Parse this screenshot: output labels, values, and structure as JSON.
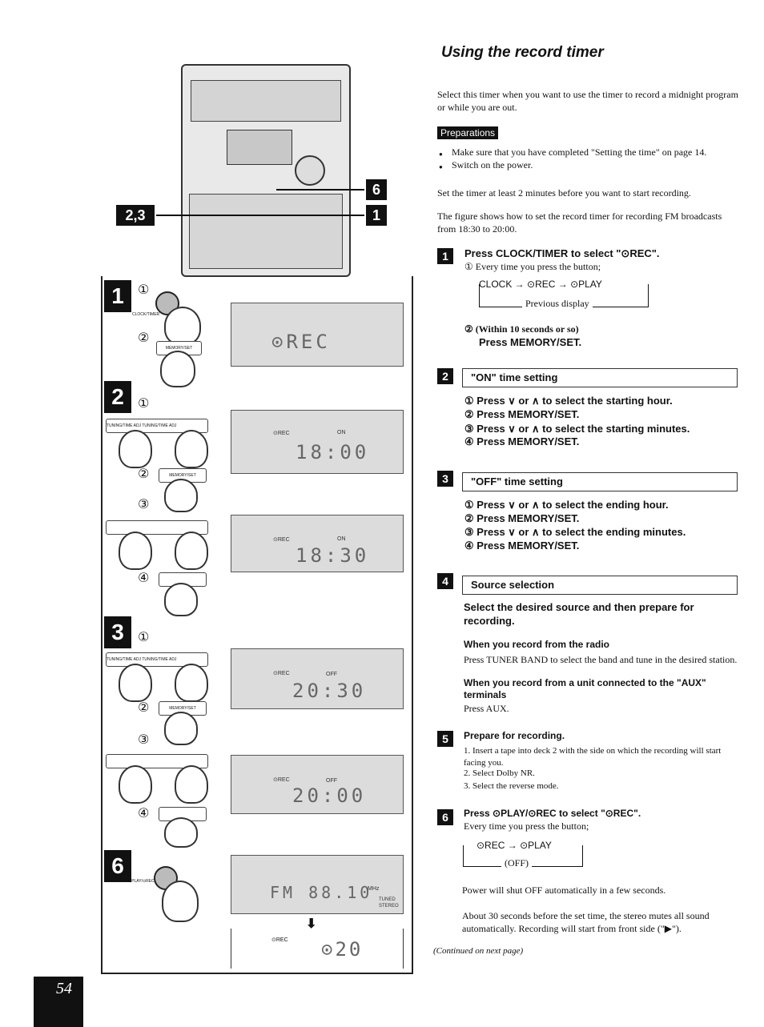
{
  "page_number": "54",
  "title": "Using the record timer",
  "intro": "Select this timer when you want to use the timer to record a midnight program or while you are out.",
  "preparations": {
    "label": "Preparations",
    "items": [
      "Make sure that you have completed \"Setting the time\" on page 14.",
      "Switch on the power."
    ],
    "note1": "Set the timer at least 2 minutes before you want to start recording.",
    "note2": "The figure shows how to set the record timer for recording FM broadcasts from 18:30 to 20:00."
  },
  "device_callouts": {
    "left": "2,3",
    "right_top": "6",
    "right_bottom": "1"
  },
  "step1": {
    "num": "1",
    "heading": "Press CLOCK/TIMER to select \"⊙REC\".",
    "sub1": "① Every time you press the button;",
    "cycle": {
      "a": "CLOCK",
      "b": "⊙REC",
      "c": "⊙PLAY",
      "back": "Previous display"
    },
    "sub2a": "② (Within 10 seconds or so)",
    "sub2b": "Press MEMORY/SET."
  },
  "step2": {
    "num": "2",
    "heading": "\"ON\" time setting",
    "items": [
      "① Press ∨ or ∧ to select the starting hour.",
      "② Press MEMORY/SET.",
      "③ Press ∨ or ∧ to select the starting minutes.",
      "④ Press MEMORY/SET."
    ]
  },
  "step3": {
    "num": "3",
    "heading": "\"OFF\" time setting",
    "items": [
      "① Press ∨ or ∧ to select the ending hour.",
      "② Press MEMORY/SET.",
      "③ Press ∨ or ∧ to select the ending minutes.",
      "④ Press MEMORY/SET."
    ]
  },
  "step4": {
    "num": "4",
    "heading": "Source selection",
    "lead": "Select the desired source and then prepare for recording.",
    "sub1_title": "When you record from the radio",
    "sub1_body": "Press TUNER BAND to select the band and tune in the desired station.",
    "sub2_title": "When you record from a unit connected to the \"AUX\" terminals",
    "sub2_body": "Press AUX."
  },
  "step5": {
    "num": "5",
    "heading": "Prepare for recording.",
    "items": [
      "1.  Insert a tape into deck 2 with the side on which the recording will start facing you.",
      "2.  Select Dolby NR.",
      "3.  Select the reverse mode."
    ]
  },
  "step6": {
    "num": "6",
    "heading": "Press ⊙PLAY/⊙REC to select \"⊙REC\".",
    "sub": "Every time you press the button;",
    "cycle": {
      "a": "⊙REC",
      "b": "⊙PLAY",
      "back": "(OFF)"
    },
    "note1": "Power will shut OFF automatically in a few seconds.",
    "note2": "About 30 seconds before the set time, the stereo mutes all sound automatically. Recording will start from front side (\"▶\").",
    "continued": "(Continued on next page)"
  },
  "panels": {
    "p1": {
      "num": "1",
      "c1": "①",
      "c2": "②",
      "btn1": "CLOCK/TIMER",
      "btn2": "MEMORY/SET",
      "lcd": "⊙REC"
    },
    "p2": {
      "num": "2",
      "c1": "①",
      "c2": "②",
      "c3": "③",
      "c4": "④",
      "btnL": "TUNING/TIME ADJ",
      "btnR": "TUNING/TIME ADJ",
      "btn2": "MEMORY/SET",
      "lcd1": "18:00",
      "lcd2": "18:30",
      "rec": "⊙REC",
      "on": "ON"
    },
    "p3": {
      "num": "3",
      "c1": "①",
      "c2": "②",
      "c3": "③",
      "c4": "④",
      "btnL": "TUNING/TIME ADJ",
      "btnR": "TUNING/TIME ADJ",
      "btn2": "MEMORY/SET",
      "lcd1": "20:30",
      "lcd2": "20:00",
      "rec": "⊙REC",
      "off": "OFF"
    },
    "p6": {
      "num": "6",
      "btn": "⊙PLAY/⊙REC",
      "lcd1": "FM 88.10",
      "unit": "MHz",
      "tuned": "TUNED",
      "stereo": "STEREO",
      "lcd2": "⊙20",
      "rec": "⊙REC"
    }
  }
}
